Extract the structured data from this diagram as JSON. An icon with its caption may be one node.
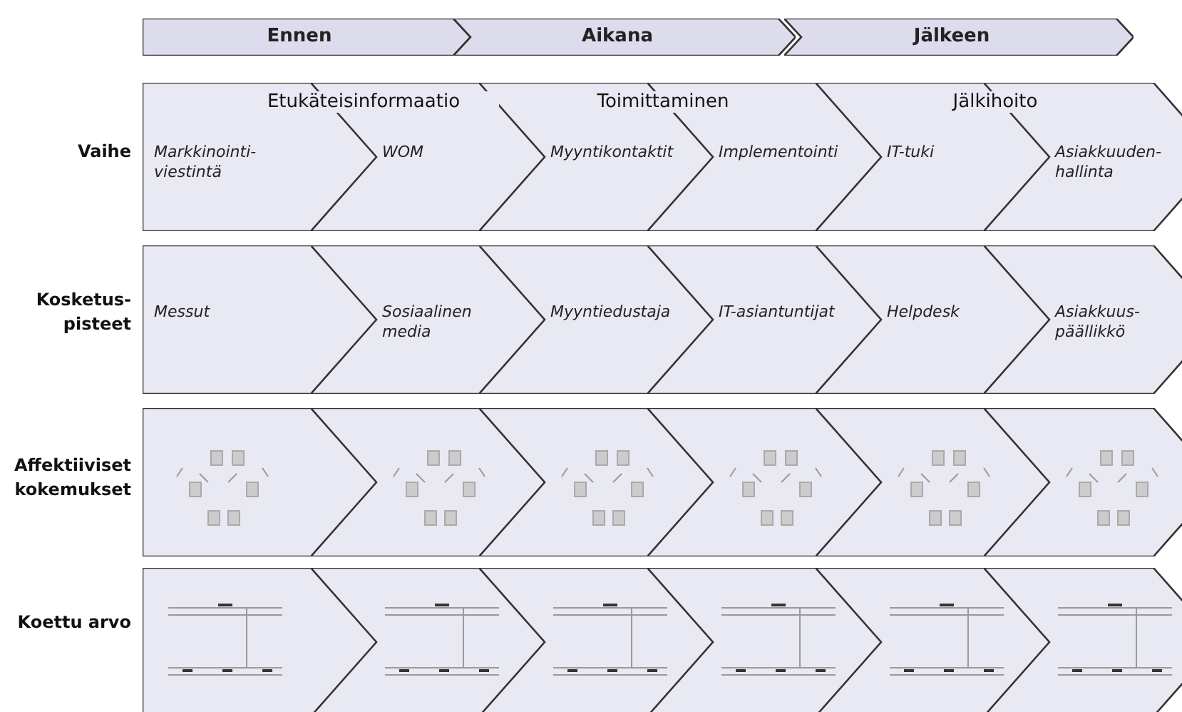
{
  "diagram": {
    "nodes": [
      {
        "text": [
          "Ennen"
        ]
      },
      {
        "text": [
          "Aikana"
        ]
      },
      {
        "text": [
          "Jälkeen"
        ]
      },
      {
        "text": [
          "Markkinointi- viestintä"
        ]
      },
      {
        "text": [
          "WOM"
        ]
      },
      {
        "text": [
          "Myyntikontaktit"
        ]
      },
      {
        "text": [
          "Implementointi"
        ]
      },
      {
        "text": [
          "IT-tuki"
        ]
      },
      {
        "text": [
          "Asiakkuuden- hallinta"
        ]
      },
      {
        "text": [
          "Messut"
        ]
      },
      {
        "text": [
          "Sosiaalinen media"
        ]
      },
      {
        "text": [
          "Myyntiedustaja"
        ]
      },
      {
        "text": [
          "IT-asiantuntijat"
        ]
      },
      {
        "text": [
          "Helpdesk"
        ]
      },
      {
        "text": [
          "Asiakkuus- päällikkö"
        ]
      },
      {
        "text": [],
        "shape": "chevron"
      },
      {
        "text": [],
        "shape": "chevron"
      },
      {
        "text": [],
        "shape": "chevron"
      },
      {
        "text": [],
        "shape": "chevron"
      },
      {
        "text": [],
        "shape": "chevron"
      },
      {
        "text": [],
        "shape": "chevron"
      },
      {
        "text": [],
        "shape": "chevron"
      },
      {
        "text": [],
        "shape": "chevron"
      },
      {
        "text": [],
        "shape": "chevron"
      },
      {
        "text": [],
        "shape": "chevron"
      },
      {
        "text": [],
        "shape": "chevron"
      },
      {
        "text": [],
        "shape": "chevron"
      }
    ],
    "edges": [],
    "labels": [
      "Etukäteisinformaatio",
      "Toimittaminen",
      "Jälkihoito",
      "Vaihe",
      "Kosketus- pisteet",
      "Affektiiviset kokemukset",
      "Koettu arvo"
    ]
  }
}
